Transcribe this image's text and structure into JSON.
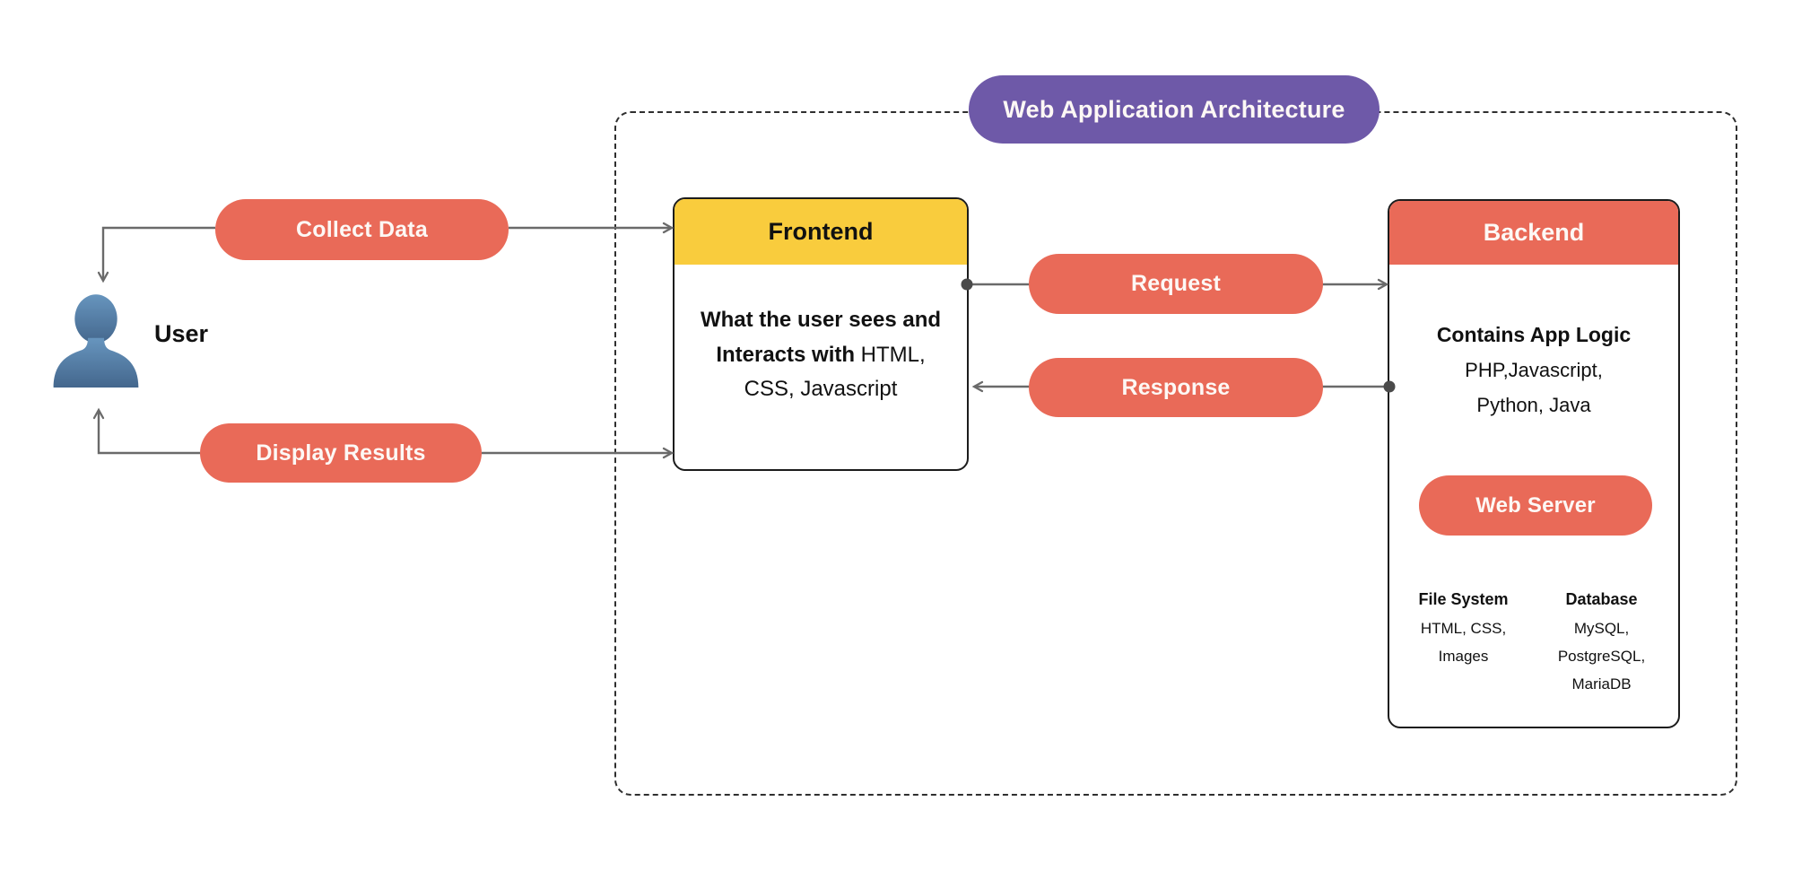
{
  "colors": {
    "coral": "#E96A58",
    "yellow": "#F9CC3D",
    "purple": "#6E59A8",
    "line": "#6A6A6A",
    "border": "#1C1C1C",
    "ink": "#111111",
    "background": "#FFFFFF"
  },
  "diagram_title": "Web Application Architecture",
  "user": {
    "label": "User"
  },
  "connectors": {
    "collect_data": "Collect Data",
    "display_results": "Display Results",
    "request": "Request",
    "response": "Response"
  },
  "frontend": {
    "title": "Frontend",
    "lines": [
      {
        "bold": "What the user sees and",
        "regular": ""
      },
      {
        "bold": "Interacts with",
        "regular": " HTML,"
      },
      {
        "bold": "",
        "regular": "CSS, Javascript"
      }
    ]
  },
  "backend": {
    "title": "Backend",
    "app_logic": {
      "heading": "Contains App Logic",
      "lines": [
        "PHP,Javascript,",
        "Python, Java"
      ]
    },
    "web_server_label": "Web Server",
    "file_system": {
      "heading": "File System",
      "lines": [
        "HTML, CSS,",
        "Images"
      ]
    },
    "database": {
      "heading": "Database",
      "lines": [
        "MySQL,",
        "PostgreSQL,",
        "MariaDB"
      ]
    }
  }
}
